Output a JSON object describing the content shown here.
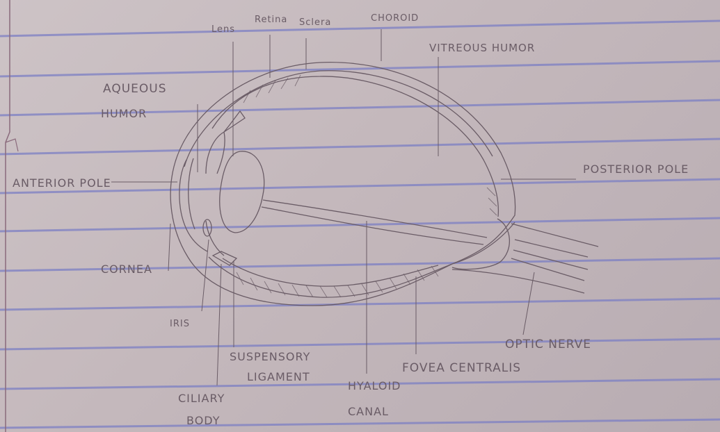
{
  "labels": {
    "lens": "Lens",
    "retina": "Retina",
    "sclera": "Sclera",
    "choroid": "CHOROID",
    "vitreous": "VITREOUS HUMOR",
    "aqueous_1": "AQUEOUS",
    "aqueous_2": "HUMOR",
    "anterior": "ANTERIOR POLE",
    "posterior": "POSTERIOR POLE",
    "cornea": "CORNEA",
    "iris": "IRIS",
    "suspensory_1": "SUSPENSORY",
    "suspensory_2": "LIGAMENT",
    "ciliary_1": "CILIARY",
    "ciliary_2": "BODY",
    "hyaloid_1": "HYALOID",
    "hyaloid_2": "CANAL",
    "fovea": "FOVEA CENTRALIS",
    "optic": "OPTIC NERVE"
  },
  "colors": {
    "paper": "#c9bcc0",
    "rule": "#7c7fc4",
    "margin": "#b07a90",
    "pencil": "#6a5c66"
  }
}
